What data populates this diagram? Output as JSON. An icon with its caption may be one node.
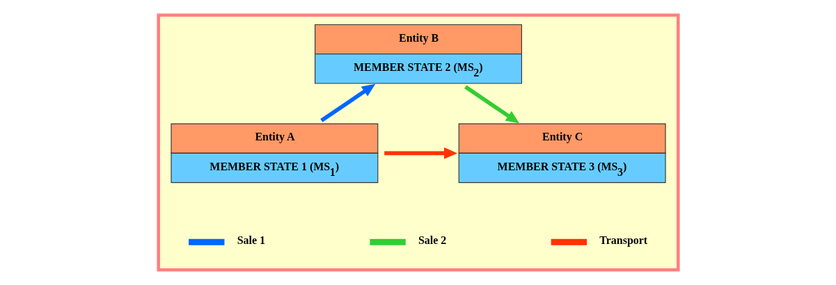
{
  "diagram": {
    "nodes": [
      {
        "text": [],
        "shape": "box"
      },
      {
        "text": [
          "Entity B",
          "MEMBER STATE 2 (MS$_{2}$)"
        ],
        "in": 0
      },
      {
        "text": [
          "Entity A",
          "MEMBER STATE 1 (MS$_{1}$)"
        ],
        "in": 0
      },
      {
        "text": [
          "Entity C",
          "MEMBER STATE 3 (MS$_{3}$)"
        ],
        "in": 0
      }
    ],
    "edges": [
      {
        "from": 2,
        "to": 1,
        "arrow": "to",
        "color": "#0066ff"
      },
      {
        "from": 1,
        "to": 3,
        "arrow": "to",
        "color": "#33cc33"
      },
      {
        "from": 2,
        "to": 3,
        "arrow": "to",
        "color": "#ff3300"
      }
    ],
    "legend": [
      {
        "text": "Sale 1",
        "color": "#0066ff"
      },
      {
        "text": "Sale 2",
        "color": "#33cc33"
      },
      {
        "text": "Transport",
        "color": "#ff3300"
      }
    ]
  }
}
